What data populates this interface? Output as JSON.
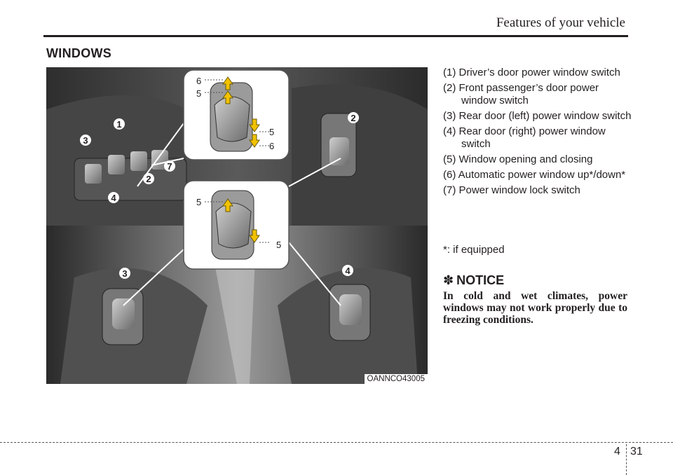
{
  "header": {
    "title": "Features of your vehicle"
  },
  "section": {
    "title": "WINDOWS"
  },
  "figure": {
    "code": "OANNCO43005",
    "callouts": [
      "1",
      "2",
      "3",
      "4",
      "5",
      "6",
      "7"
    ]
  },
  "legend": [
    "(1) Driver’s door power window switch",
    "(2) Front passenger’s door power window switch",
    "(3) Rear door (left) power window switch",
    "(4) Rear door (right) power window switch",
    "(5) Window opening and closing",
    "(6) Automatic power window up*/down*",
    "(7) Power window lock switch"
  ],
  "footnote": "*: if equipped",
  "notice": {
    "star": "✽",
    "title": "NOTICE",
    "body": "In cold and wet climates, power windows may not work properly due to freezing conditions."
  },
  "footer": {
    "chapter": "4",
    "page": "31"
  },
  "colors": {
    "arrow": "#f2c200",
    "text": "#231f20",
    "panel": "#3a3a3a"
  }
}
